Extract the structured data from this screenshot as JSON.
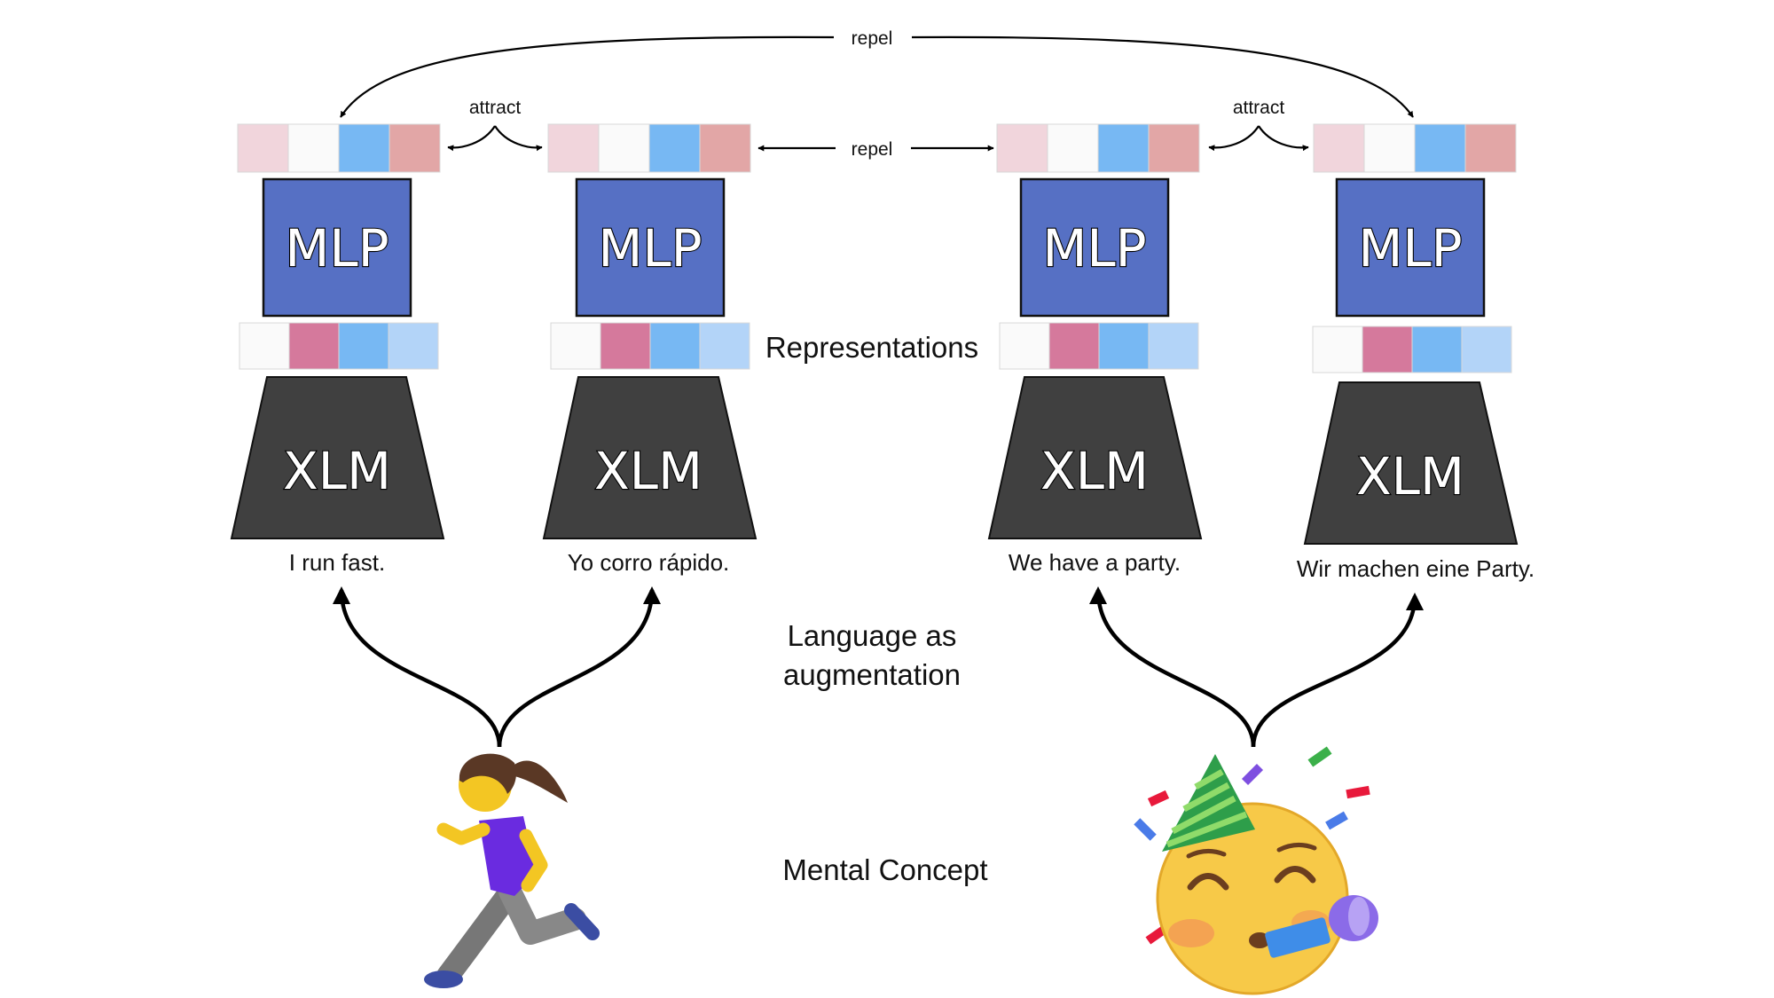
{
  "labels": {
    "repel_top": "repel",
    "repel_mid": "repel",
    "attract_left": "attract",
    "attract_right": "attract",
    "representations": "Representations",
    "language_line1": "Language as",
    "language_line2": "augmentation",
    "mental_concept": "Mental Concept"
  },
  "pipelines": [
    {
      "sentence": "I run fast.",
      "mlp": "MLP",
      "encoder": "XLM"
    },
    {
      "sentence": "Yo corro rápido.",
      "mlp": "MLP",
      "encoder": "XLM"
    },
    {
      "sentence": "We have a party.",
      "mlp": "MLP",
      "encoder": "XLM"
    },
    {
      "sentence": "Wir machen eine Party.",
      "mlp": "MLP",
      "encoder": "XLM"
    }
  ],
  "colors": {
    "mlp_fill": "#5670C4",
    "xlm_fill": "#404040",
    "output_vector": [
      "#F1D5DC",
      "#FAFAFA",
      "#77B8F3",
      "#E2A6A6"
    ],
    "representation_vector": [
      "#FAFAFA",
      "#D5799C",
      "#77B8F3",
      "#B3D4F8"
    ]
  },
  "concept_icons": [
    "woman-running-icon",
    "partying-face-icon"
  ]
}
